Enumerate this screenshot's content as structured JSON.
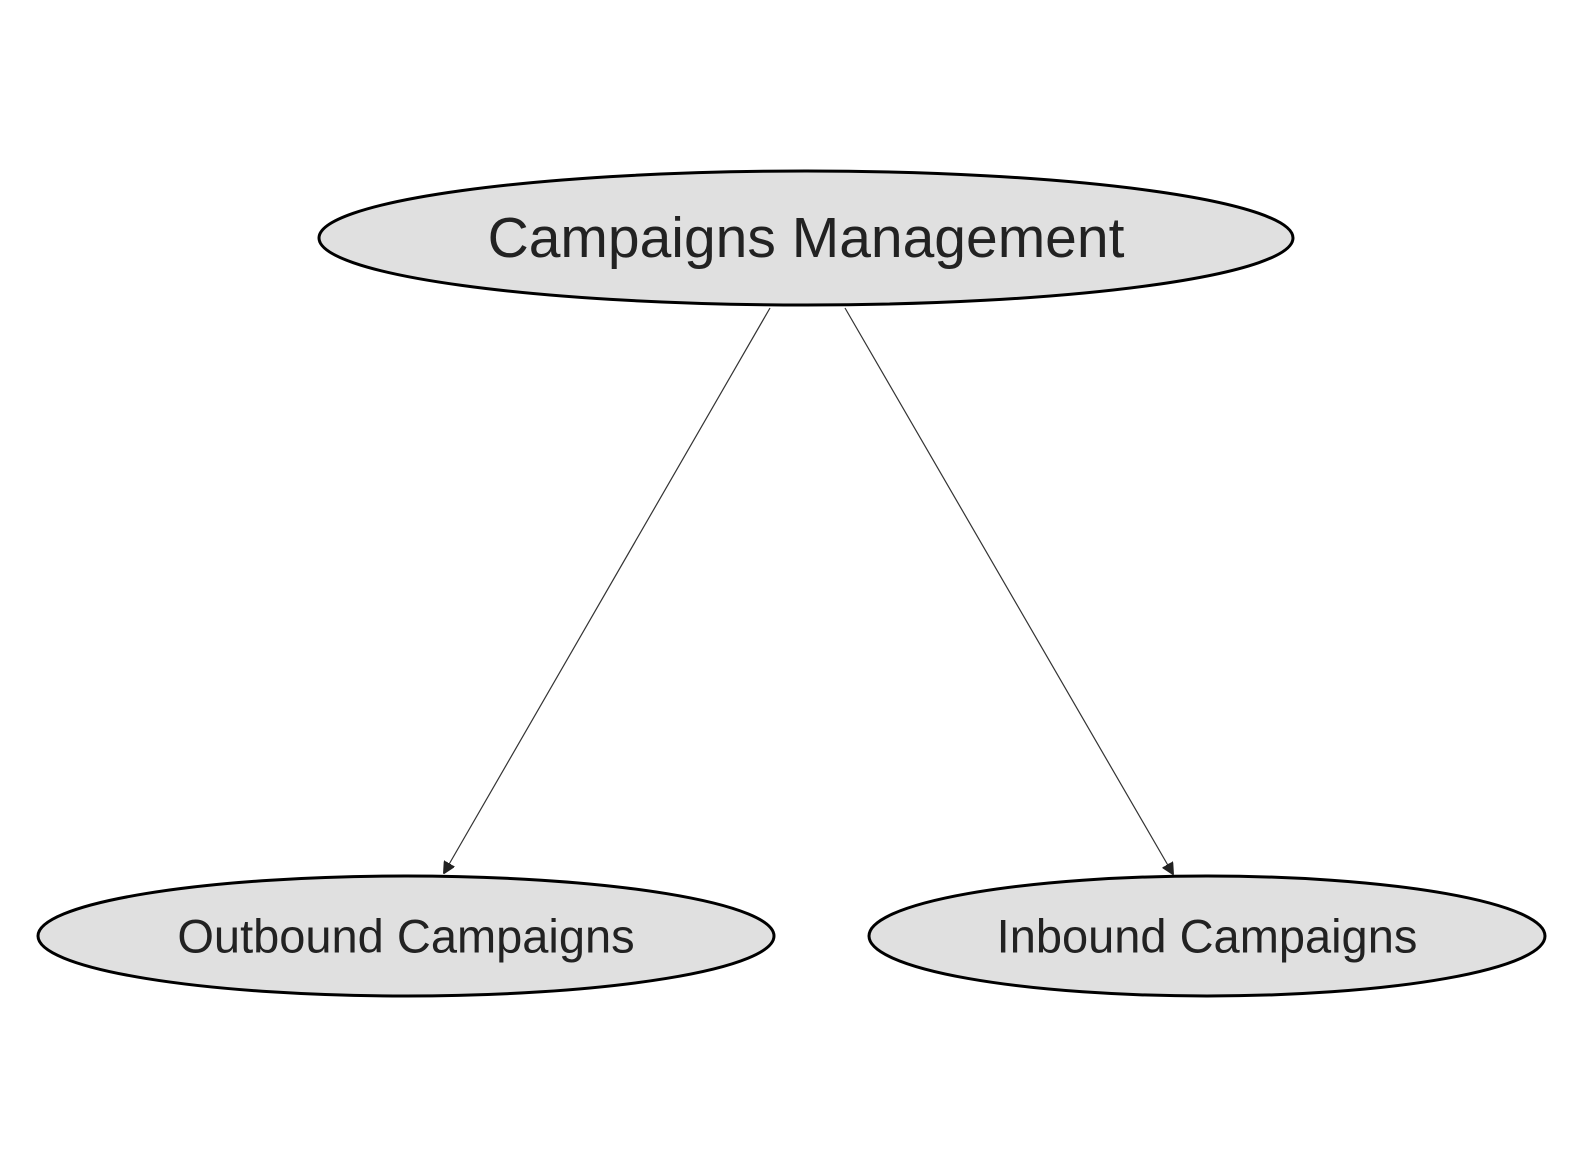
{
  "diagram": {
    "type": "tree",
    "colors": {
      "node_fill": "#e0e0e0",
      "node_stroke": "#000000",
      "text": "#222222",
      "edge": "#333333"
    },
    "nodes": [
      {
        "id": "root",
        "label": "Campaigns Management"
      },
      {
        "id": "outbound",
        "label": "Outbound Campaigns"
      },
      {
        "id": "inbound",
        "label": "Inbound Campaigns"
      }
    ],
    "edges": [
      {
        "from": "root",
        "to": "outbound"
      },
      {
        "from": "root",
        "to": "inbound"
      }
    ]
  }
}
